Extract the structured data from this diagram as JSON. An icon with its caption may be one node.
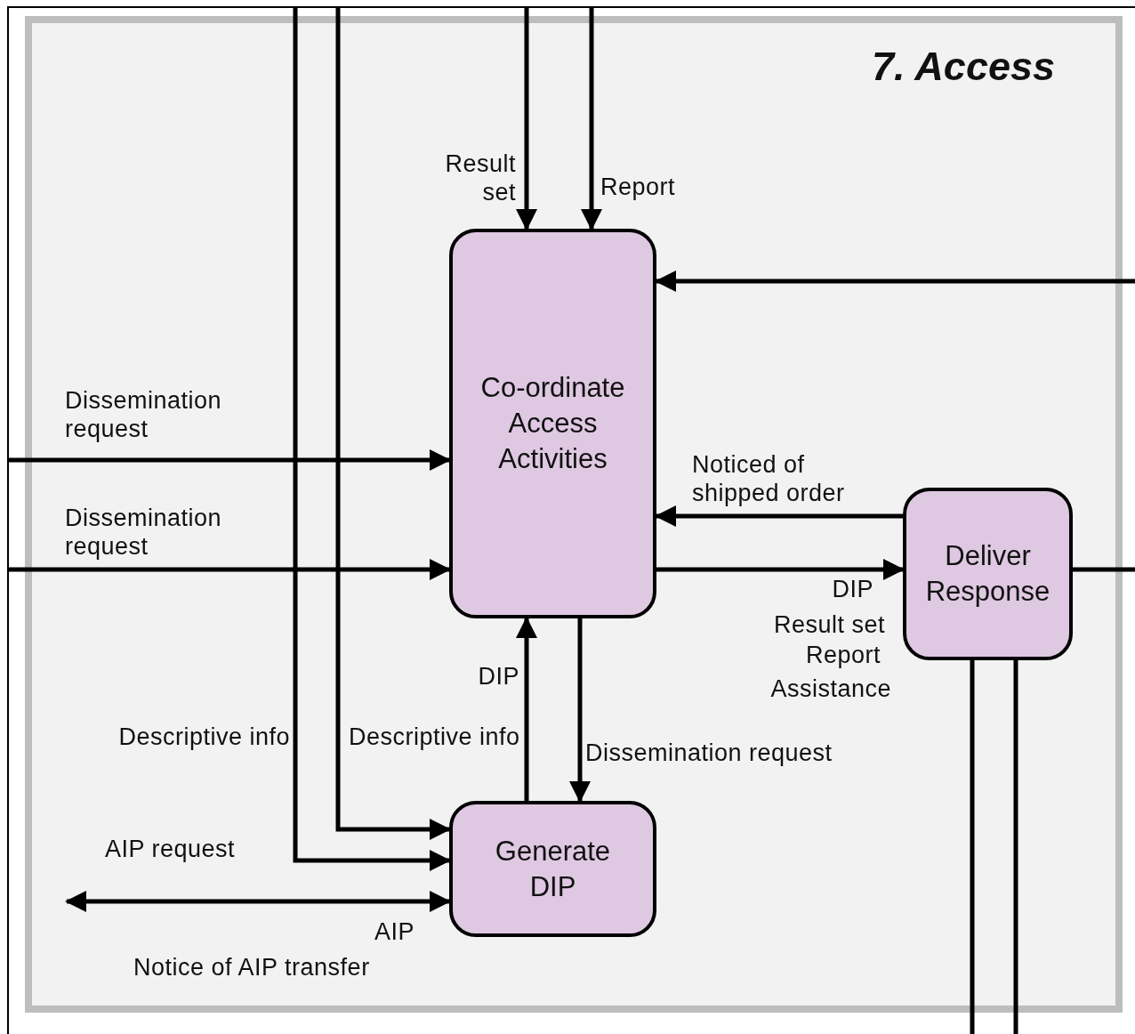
{
  "diagram": {
    "nodes": [
      {
        "text": [
          "7. Access"
        ]
      },
      {
        "text": [
          "Co-ordinate Access Activities"
        ],
        "in": 0
      },
      {
        "text": [
          "Deliver Response"
        ],
        "in": 0
      },
      {
        "text": [
          "Generate DIP"
        ],
        "in": 0
      }
    ],
    "edges": [
      {
        "from": null,
        "to": 1,
        "arrow": "to",
        "label": "Result set"
      },
      {
        "from": null,
        "to": 1,
        "arrow": "to",
        "label": "Report"
      },
      {
        "from": null,
        "to": 1,
        "arrow": "to"
      },
      {
        "from": null,
        "to": 1,
        "arrow": "to",
        "label": "Dissemination request"
      },
      {
        "from": null,
        "to": 1,
        "arrow": "to",
        "label": "Dissemination request"
      },
      {
        "from": 2,
        "to": 1,
        "arrow": "to",
        "label": "Noticed of shipped order"
      },
      {
        "from": 1,
        "to": 2,
        "arrow": "to",
        "label": "DIP"
      },
      {
        "from": 2,
        "to": null,
        "arrow": "none"
      },
      {
        "from": 2,
        "to": null,
        "arrow": "none"
      },
      {
        "from": 2,
        "to": null,
        "arrow": "none"
      },
      {
        "from": 1,
        "to": 3,
        "arrow": "to",
        "label": "Dissemination request"
      },
      {
        "from": 3,
        "to": 1,
        "arrow": "to",
        "label": "DIP"
      },
      {
        "from": null,
        "to": 3,
        "arrow": "to",
        "label": "Descriptive info"
      },
      {
        "from": null,
        "to": 3,
        "arrow": "to",
        "label": "Descriptive info"
      },
      {
        "from": null,
        "to": 3,
        "arrow": "both",
        "label": "AIP request"
      }
    ],
    "labels": [
      "Result set",
      "Report",
      "Assistance",
      "AIP",
      "Notice of AIP transfer"
    ]
  }
}
